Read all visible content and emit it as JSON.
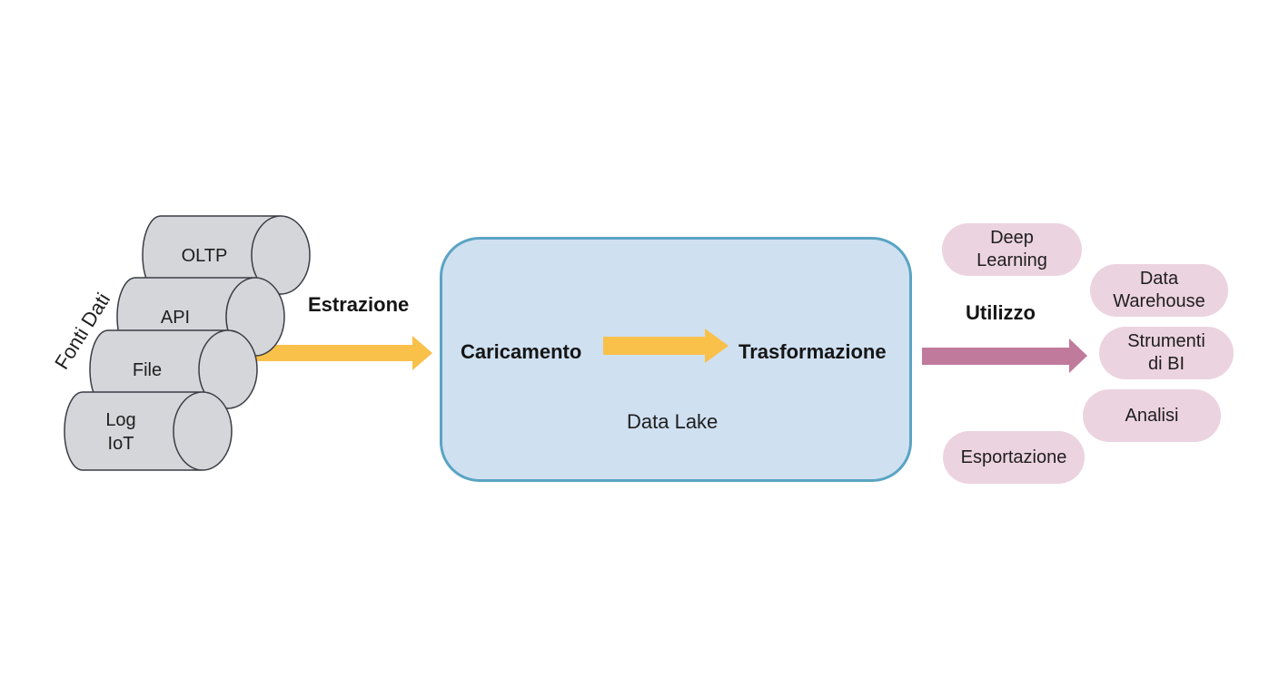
{
  "diagram": {
    "sources_label": "Fonti Dati",
    "sources": [
      {
        "id": "oltp",
        "label": "OLTP"
      },
      {
        "id": "api",
        "label": "API"
      },
      {
        "id": "file",
        "label": "File"
      },
      {
        "id": "log-iot",
        "label_line1": "Log",
        "label_line2": "IoT"
      }
    ],
    "extraction_label": "Estrazione",
    "data_lake": {
      "name": "Data Lake",
      "load_label": "Caricamento",
      "transform_label": "Trasformazione"
    },
    "usage_label": "Utilizzo",
    "destinations": [
      {
        "id": "deep-learning",
        "label_line1": "Deep",
        "label_line2": "Learning"
      },
      {
        "id": "data-warehouse",
        "label_line1": "Data",
        "label_line2": "Warehouse"
      },
      {
        "id": "bi-tools",
        "label_line1": "Strumenti",
        "label_line2": "di BI"
      },
      {
        "id": "analisi",
        "label": "Analisi"
      },
      {
        "id": "esportazione",
        "label": "Esportazione"
      }
    ],
    "colors": {
      "cylinder_fill": "#d4d6da",
      "cylinder_stroke": "#3a3d44",
      "extraction_arrow": "#f9c04a",
      "inner_arrow": "#f9c04a",
      "lake_fill": "#cfe0f1",
      "lake_border": "#5aa4c3",
      "usage_arrow": "#c07a9c",
      "pill_fill": "#ecd3e0"
    }
  }
}
